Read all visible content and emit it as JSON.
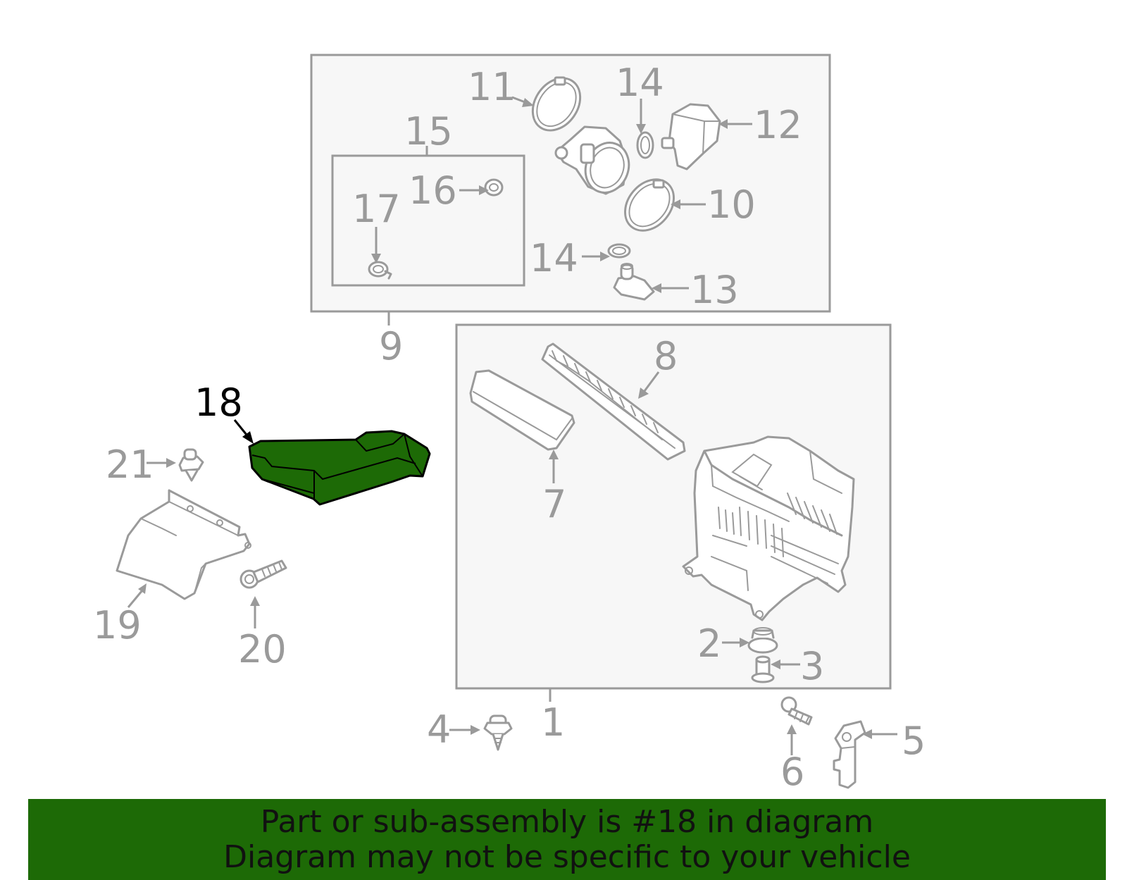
{
  "colors": {
    "highlight": "#1d6a06",
    "banner": "#1d6a06",
    "box_fill": "#f7f7f7",
    "line_gray": "#9a9a9a"
  },
  "highlighted_part": "18",
  "callouts": {
    "c1": "1",
    "c2": "2",
    "c3": "3",
    "c4": "4",
    "c5": "5",
    "c6": "6",
    "c7": "7",
    "c8": "8",
    "c9": "9",
    "c10": "10",
    "c11": "11",
    "c12": "12",
    "c13": "13",
    "c14a": "14",
    "c14b": "14",
    "c15": "15",
    "c16": "16",
    "c17": "17",
    "c18": "18",
    "c19": "19",
    "c20": "20",
    "c21": "21"
  },
  "banner": {
    "line1": "Part or sub-assembly is #18 in diagram",
    "line2": "Diagram may not be specific to your vehicle"
  }
}
